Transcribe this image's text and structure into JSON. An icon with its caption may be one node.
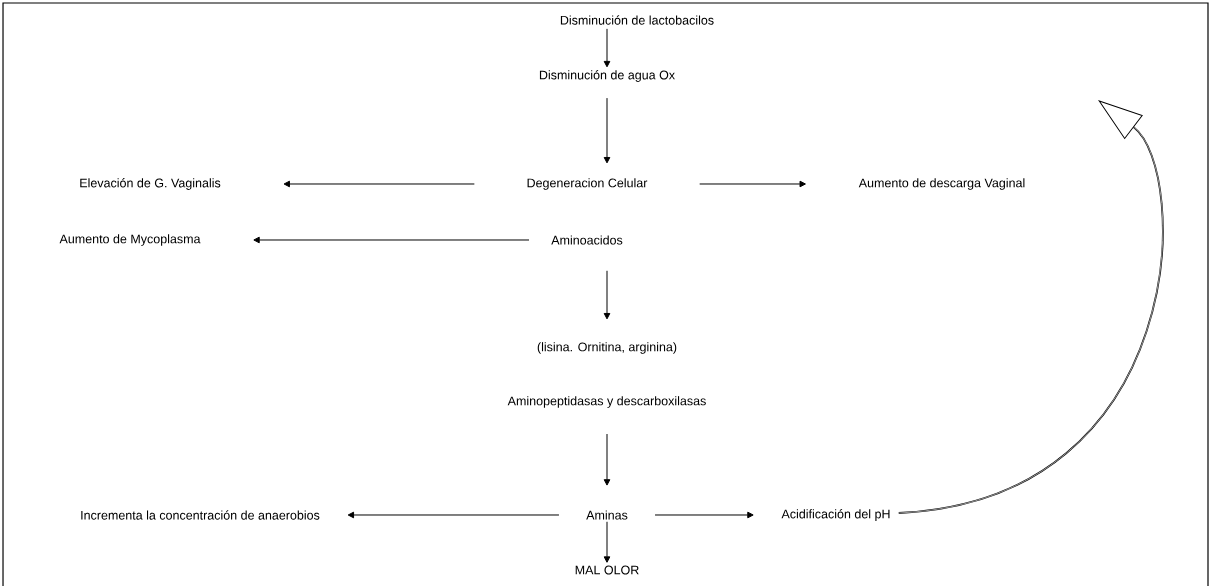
{
  "diagram": {
    "nodes": [
      {
        "text": [
          "Disminución de lactobacilos"
        ]
      },
      {
        "text": [
          "Disminución de agua Ox"
        ]
      },
      {
        "text": [
          "Elevación de G. Vaginalis"
        ]
      },
      {
        "text": [
          "Degeneracion Celular"
        ]
      },
      {
        "text": [
          "Aumento de descarga Vaginal"
        ]
      },
      {
        "text": [
          "Aumento de Mycoplasma"
        ]
      },
      {
        "text": [
          "Aminoacidos"
        ]
      },
      {
        "text": [
          "(lisina. Ornitina, arginina)"
        ]
      },
      {
        "text": [
          "Aminopeptidasas y descarboxilasas"
        ]
      },
      {
        "text": [
          "Incrementa la concentración de anaerobios"
        ]
      },
      {
        "text": [
          "Aminas"
        ]
      },
      {
        "text": [
          "Acidificación del pH"
        ]
      },
      {
        "text": [
          "MAL OLOR"
        ]
      }
    ],
    "edges": [
      {
        "from": 0,
        "to": 1,
        "arrow": "to"
      },
      {
        "from": 1,
        "to": 3,
        "arrow": "to"
      },
      {
        "from": 3,
        "to": 2,
        "arrow": "to"
      },
      {
        "from": 3,
        "to": 4,
        "arrow": "to"
      },
      {
        "from": 6,
        "to": 5,
        "arrow": "to"
      },
      {
        "from": 6,
        "to": 7,
        "arrow": "to"
      },
      {
        "from": 8,
        "to": 10,
        "arrow": "to"
      },
      {
        "from": 10,
        "to": 9,
        "arrow": "to"
      },
      {
        "from": 10,
        "to": 11,
        "arrow": "to"
      },
      {
        "from": 10,
        "to": 12,
        "arrow": "to"
      },
      {
        "from": 11,
        "to": null,
        "arrow": "to"
      }
    ]
  }
}
